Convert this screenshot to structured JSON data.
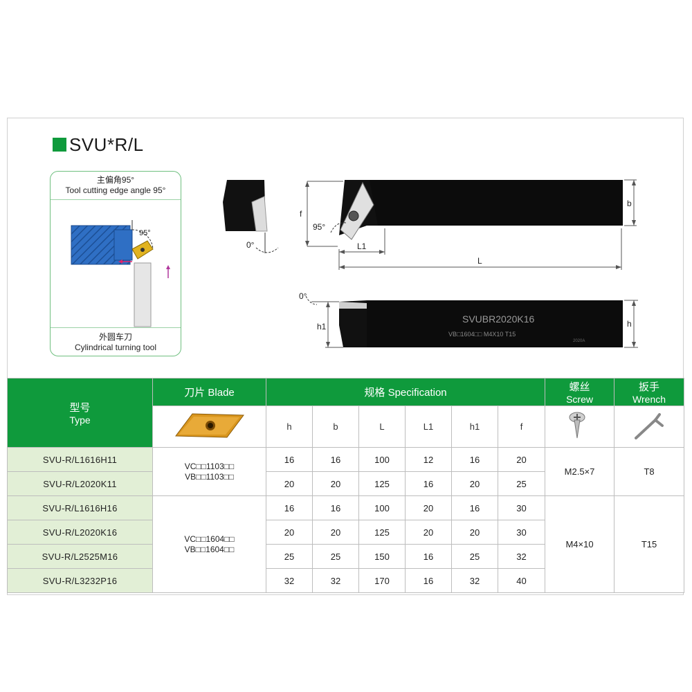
{
  "title": "SVU*R/L",
  "angle_box": {
    "header_cn": "主偏角95°",
    "header_en": "Tool cutting edge angle 95°",
    "angle_label": "95°",
    "footer_cn": "外圆车刀",
    "footer_en": "Cylindrical turning tool"
  },
  "drawing_labels": {
    "front_angle": "0°",
    "top_angle": "95°",
    "dim_f": "f",
    "dim_b": "b",
    "dim_L1": "L1",
    "dim_L": "L",
    "side_angle": "0°",
    "dim_h1": "h1",
    "dim_h": "h",
    "shank_mark": "SVUBR2020K16",
    "shank_sub": "VB□1604□□ M4X10 T15",
    "shank_code": "2020A"
  },
  "table": {
    "type_cn": "型号",
    "type_en": "Type",
    "blade_header": "刀片 Blade",
    "spec_header": "规格 Specification",
    "screw_cn": "螺丝",
    "screw_en": "Screw",
    "wrench_cn": "扳手",
    "wrench_en": "Wrench",
    "columns": [
      "h",
      "b",
      "L",
      "L1",
      "h1",
      "f"
    ],
    "rows": [
      {
        "type": "SVU-R/L1616H11",
        "values": [
          "16",
          "16",
          "100",
          "12",
          "16",
          "20"
        ]
      },
      {
        "type": "SVU-R/L2020K11",
        "values": [
          "20",
          "20",
          "125",
          "16",
          "20",
          "25"
        ]
      },
      {
        "type": "SVU-R/L1616H16",
        "values": [
          "16",
          "16",
          "100",
          "20",
          "16",
          "30"
        ]
      },
      {
        "type": "SVU-R/L2020K16",
        "values": [
          "20",
          "20",
          "125",
          "20",
          "20",
          "30"
        ]
      },
      {
        "type": "SVU-R/L2525M16",
        "values": [
          "25",
          "25",
          "150",
          "16",
          "25",
          "32"
        ]
      },
      {
        "type": "SVU-R/L3232P16",
        "values": [
          "32",
          "32",
          "170",
          "16",
          "32",
          "40"
        ]
      }
    ],
    "blade_groups": [
      {
        "line1": "VC□□1103□□",
        "line2": "VB□□1103□□"
      },
      {
        "line1": "VC□□1604□□",
        "line2": "VB□□1604□□"
      }
    ],
    "screw_groups": [
      "M2.5×7",
      "M4×10"
    ],
    "wrench_groups": [
      "T8",
      "T15"
    ]
  },
  "colors": {
    "header_green": "#0f9a3c",
    "type_bg": "#e2efd6",
    "insert_gold": "#d9961e"
  }
}
